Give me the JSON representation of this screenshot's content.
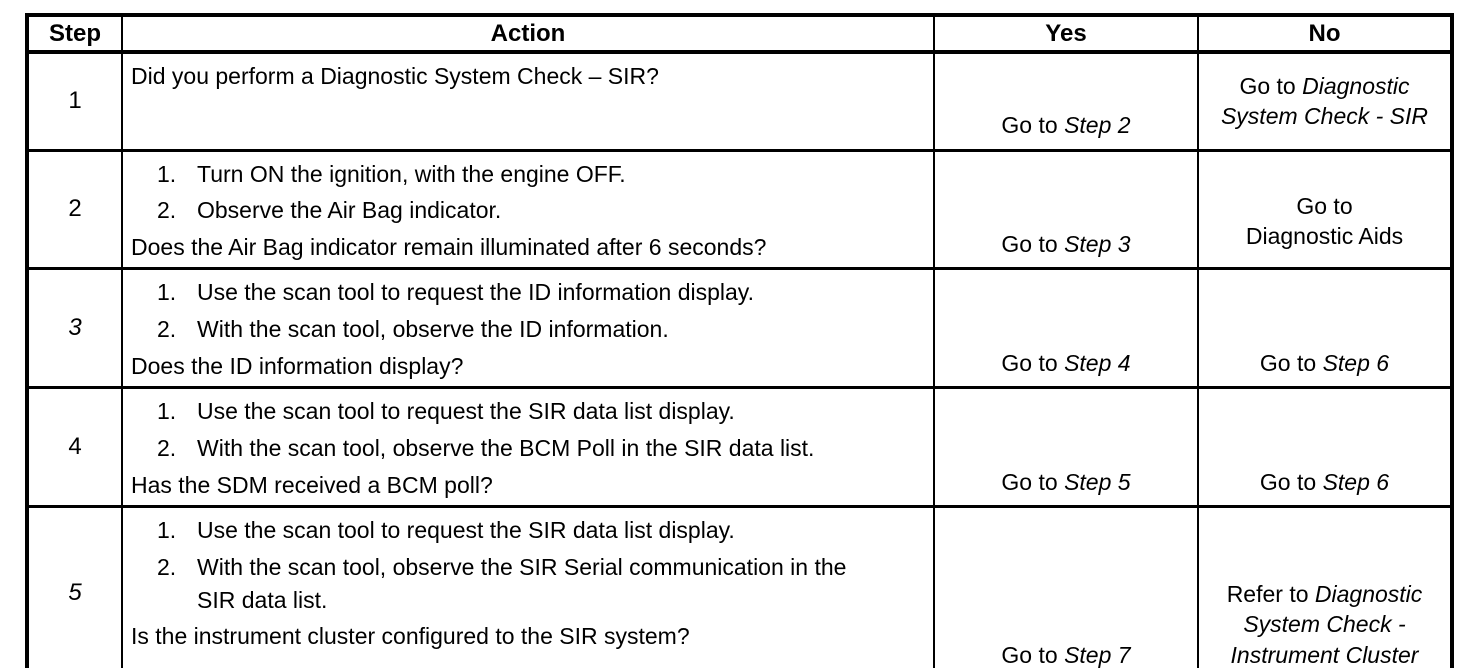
{
  "document": {
    "kind": "scanned-diagnostic-table"
  },
  "colors": {
    "ink": "#000000",
    "paper": "#ffffff"
  },
  "table": {
    "headers": {
      "step": "Step",
      "action": "Action",
      "yes": "Yes",
      "no": "No"
    },
    "rows": [
      {
        "step": "1",
        "step_style": "normal",
        "action": {
          "items": [],
          "question": "Did you perform a Diagnostic System Check – SIR?"
        },
        "yes": [
          {
            "t": "Go to "
          },
          {
            "t": "Step 2",
            "i": true
          }
        ],
        "no": [
          {
            "t": "Go to "
          },
          {
            "t": "Diagnostic\nSystem Check - SIR",
            "i": true
          }
        ]
      },
      {
        "step": "2",
        "step_style": "normal",
        "action": {
          "items": [
            {
              "num": "1.",
              "text": "Turn ON the ignition, with the engine OFF."
            },
            {
              "num": "2.",
              "text": "Observe the Air Bag indicator."
            }
          ],
          "question": "Does the Air Bag indicator remain illuminated after 6 seconds?"
        },
        "yes": [
          {
            "t": "Go to "
          },
          {
            "t": "Step 3",
            "i": true
          }
        ],
        "no": [
          {
            "t": "Go to\nDiagnostic Aids"
          }
        ]
      },
      {
        "step": "3",
        "step_style": "italic",
        "action": {
          "items": [
            {
              "num": "1.",
              "text": "Use the scan tool to request the ID information display."
            },
            {
              "num": "2.",
              "text": "With the scan tool, observe the ID information."
            }
          ],
          "question": "Does the ID information display?"
        },
        "yes": [
          {
            "t": "Go to "
          },
          {
            "t": "Step 4",
            "i": true
          }
        ],
        "no": [
          {
            "t": "Go to "
          },
          {
            "t": "Step 6",
            "i": true
          }
        ]
      },
      {
        "step": "4",
        "step_style": "normal",
        "action": {
          "items": [
            {
              "num": "1.",
              "text": "Use the scan tool to request the SIR data list display."
            },
            {
              "num": "2.",
              "text": "With the scan tool, observe the BCM Poll in the SIR data list."
            }
          ],
          "question": "Has the SDM received a BCM poll?"
        },
        "yes": [
          {
            "t": "Go to "
          },
          {
            "t": "Step 5",
            "i": true
          }
        ],
        "no": [
          {
            "t": "Go to "
          },
          {
            "t": "Step 6",
            "i": true
          }
        ]
      },
      {
        "step": "5",
        "step_style": "italic",
        "action": {
          "items": [
            {
              "num": "1.",
              "text": "Use the scan tool to request the SIR data list display."
            },
            {
              "num": "2.",
              "text": "With the scan tool, observe the SIR Serial communication in the\nSIR data list."
            }
          ],
          "question": "Is the instrument cluster configured to the SIR system?"
        },
        "yes": [
          {
            "t": "Go to "
          },
          {
            "t": "Step 7",
            "i": true
          }
        ],
        "no": [
          {
            "t": "Refer to "
          },
          {
            "t": "Diagnostic\nSystem Check -\nInstrument Cluster",
            "i": true
          }
        ]
      }
    ]
  }
}
